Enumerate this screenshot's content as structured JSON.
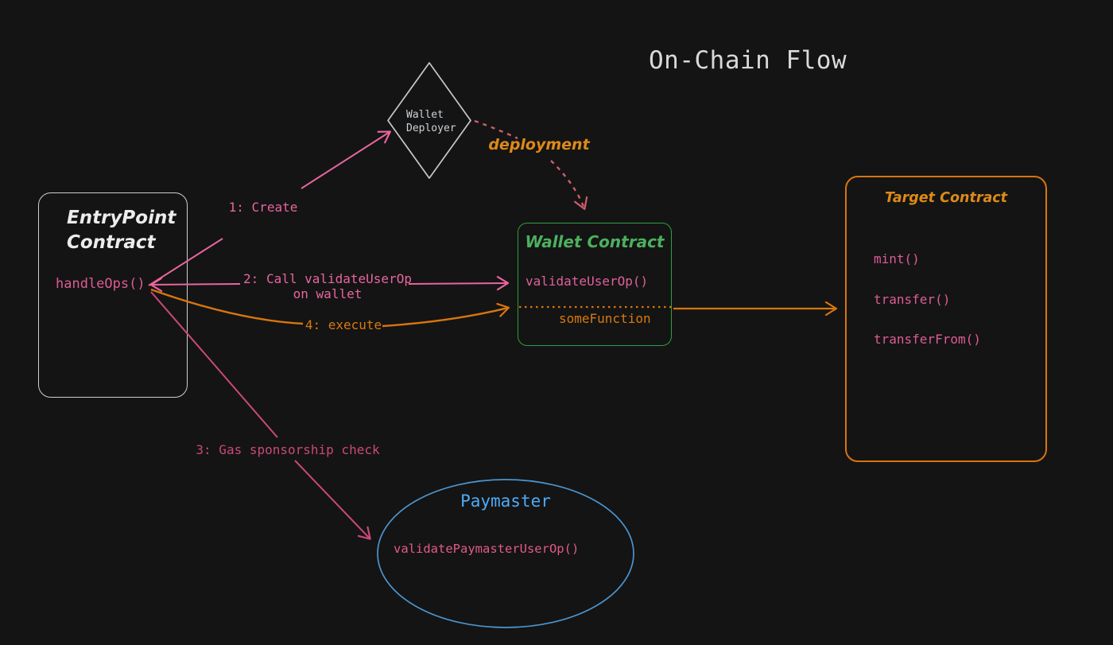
{
  "title": "On-Chain Flow",
  "colors": {
    "background": "#141414",
    "pink_bright": "#e8659e",
    "pink_text": "#dd5c93",
    "rose": "#c9497a",
    "salmon_dashed": "#cc5d6d",
    "orange": "#d9750e",
    "orange_text": "#dd8a18",
    "green_border": "#2f9e44",
    "green_text": "#4cb05e",
    "blue_border": "#4a94cf",
    "blue_text": "#4dabf7",
    "gray_border": "#cfcfcf",
    "white_text": "#ececec"
  },
  "nodes": {
    "entrypoint": {
      "title": "EntryPoint\nContract",
      "method": "handleOps()"
    },
    "wallet_deployer": {
      "label": "Wallet\nDeployer"
    },
    "wallet_contract": {
      "title": "Wallet Contract",
      "method": "validateUserOp()",
      "function_label": "someFunction"
    },
    "target_contract": {
      "title": "Target Contract",
      "methods": [
        "mint()",
        "transfer()",
        "transferFrom()"
      ]
    },
    "paymaster": {
      "title": "Paymaster",
      "method": "validatePaymasterUserOp()"
    }
  },
  "edges": {
    "create": {
      "label": "1: Create"
    },
    "call_validate_userop": {
      "label": "2: Call validateUserOp\non wallet"
    },
    "gas_sponsorship": {
      "label": "3: Gas sponsorship check"
    },
    "execute": {
      "label": "4: execute"
    },
    "deployment": {
      "label": "deployment"
    }
  }
}
